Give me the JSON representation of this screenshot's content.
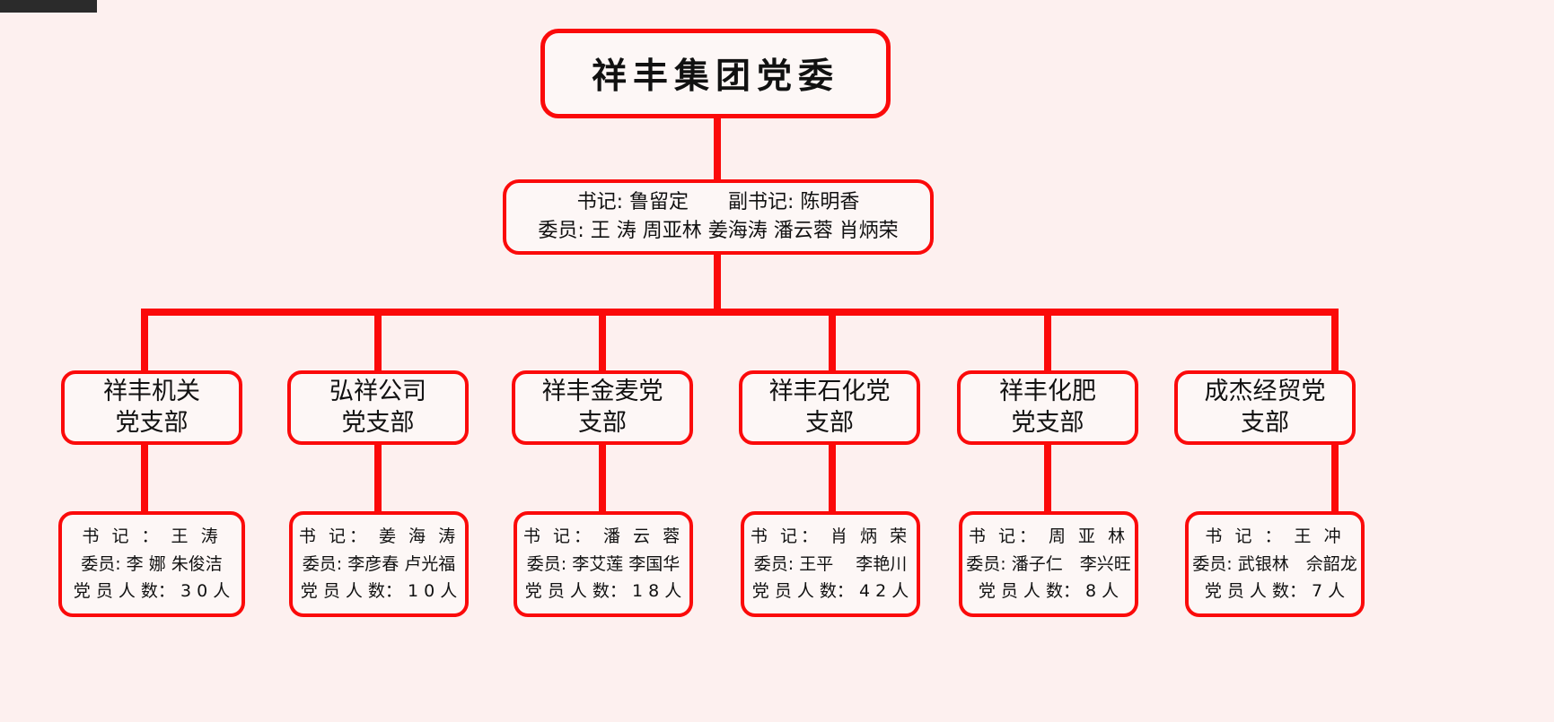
{
  "theme": {
    "background": "#fdf0ef",
    "line_color": "#fb0a0a",
    "box_fill": "#fdf7f6",
    "text_color": "#111111"
  },
  "root": {
    "title": "祥丰集团党委"
  },
  "committee": {
    "line1": "书记: 鲁留定　　副书记: 陈明香",
    "line2": "委员: 王 涛 周亚林 姜海涛 潘云蓉 肖炳荣"
  },
  "branches": [
    {
      "name_line1": "祥丰机关",
      "name_line2": "党支部",
      "detail": {
        "secretary": "书 记 ： 王 涛",
        "members": "委员: 李 娜 朱俊洁",
        "count": "党 员 人 数： 3 0 人"
      }
    },
    {
      "name_line1": "弘祥公司",
      "name_line2": "党支部",
      "detail": {
        "secretary": "书 记： 姜 海 涛",
        "members": "委员: 李彦春 卢光福",
        "count": "党 员 人 数： 1 0 人"
      }
    },
    {
      "name_line1": "祥丰金麦党",
      "name_line2": "支部",
      "detail": {
        "secretary": "书 记： 潘 云 蓉",
        "members": "委员: 李艾莲 李国华",
        "count": "党 员 人 数： 1 8 人"
      }
    },
    {
      "name_line1": "祥丰石化党",
      "name_line2": "支部",
      "detail": {
        "secretary": "书 记： 肖 炳 荣",
        "members": "委员: 王平　 李艳川",
        "count": "党 员 人 数： 4 2 人"
      }
    },
    {
      "name_line1": "祥丰化肥",
      "name_line2": "党支部",
      "detail": {
        "secretary": "书 记： 周 亚 林",
        "members": "委员: 潘子仁　李兴旺",
        "count": "党 员 人 数： 8 人"
      }
    },
    {
      "name_line1": "成杰经贸党",
      "name_line2": "支部",
      "detail": {
        "secretary": "书 记 ： 王 冲",
        "members": "委员: 武银林　佘韶龙",
        "count": "党 员 人 数： 7 人"
      }
    }
  ]
}
